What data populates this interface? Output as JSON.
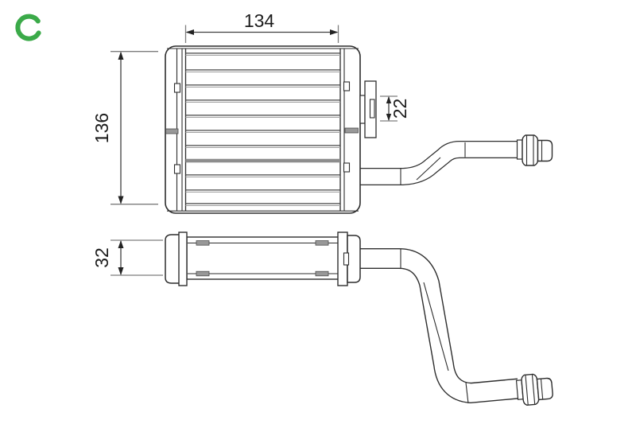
{
  "diagram": {
    "labels": {
      "width": "134",
      "height": "136",
      "port": "22",
      "depth": "32"
    }
  },
  "colors": {
    "line": "#2d2d2d",
    "dim_tick_gray": "#7d7d7d",
    "tube_gray": "#a2a2a2",
    "logo_green": "#3BAA49",
    "background": "#ffffff"
  },
  "icons": {
    "brand_logo": "green-swoosh-logo-icon"
  }
}
